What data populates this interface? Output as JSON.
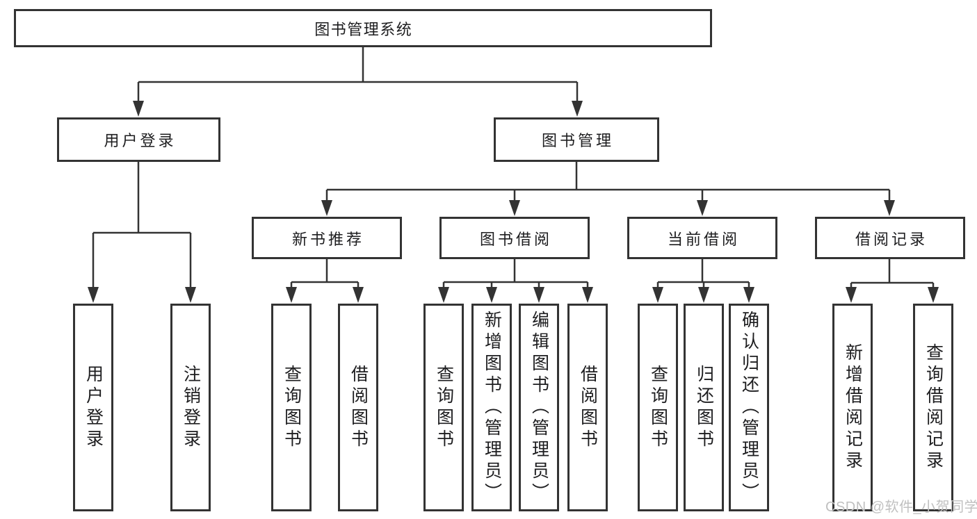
{
  "diagram": {
    "type": "hierarchy",
    "root": {
      "label": "图书管理系统"
    },
    "branches": [
      {
        "label": "用户登录",
        "children": [
          {
            "label": "用户登录"
          },
          {
            "label": "注销登录"
          }
        ]
      },
      {
        "label": "图书管理",
        "children": [
          {
            "label": "新书推荐",
            "children": [
              {
                "label": "查询图书"
              },
              {
                "label": "借阅图书"
              }
            ]
          },
          {
            "label": "图书借阅",
            "children": [
              {
                "label": "查询图书"
              },
              {
                "label": "新增图书（管理员）"
              },
              {
                "label": "编辑图书（管理员）"
              },
              {
                "label": "借阅图书"
              }
            ]
          },
          {
            "label": "当前借阅",
            "children": [
              {
                "label": "查询图书"
              },
              {
                "label": "归还图书"
              },
              {
                "label": "确认归还（管理员）"
              }
            ]
          },
          {
            "label": "借阅记录",
            "children": [
              {
                "label": "新增借阅记录"
              },
              {
                "label": "查询借阅记录"
              }
            ]
          }
        ]
      }
    ],
    "watermark": "CSDN @软件_小贺同学",
    "colors": {
      "line": "#333333",
      "text": "#1d1d1f",
      "watermark": "#c0c0c0",
      "background": "#ffffff"
    }
  }
}
